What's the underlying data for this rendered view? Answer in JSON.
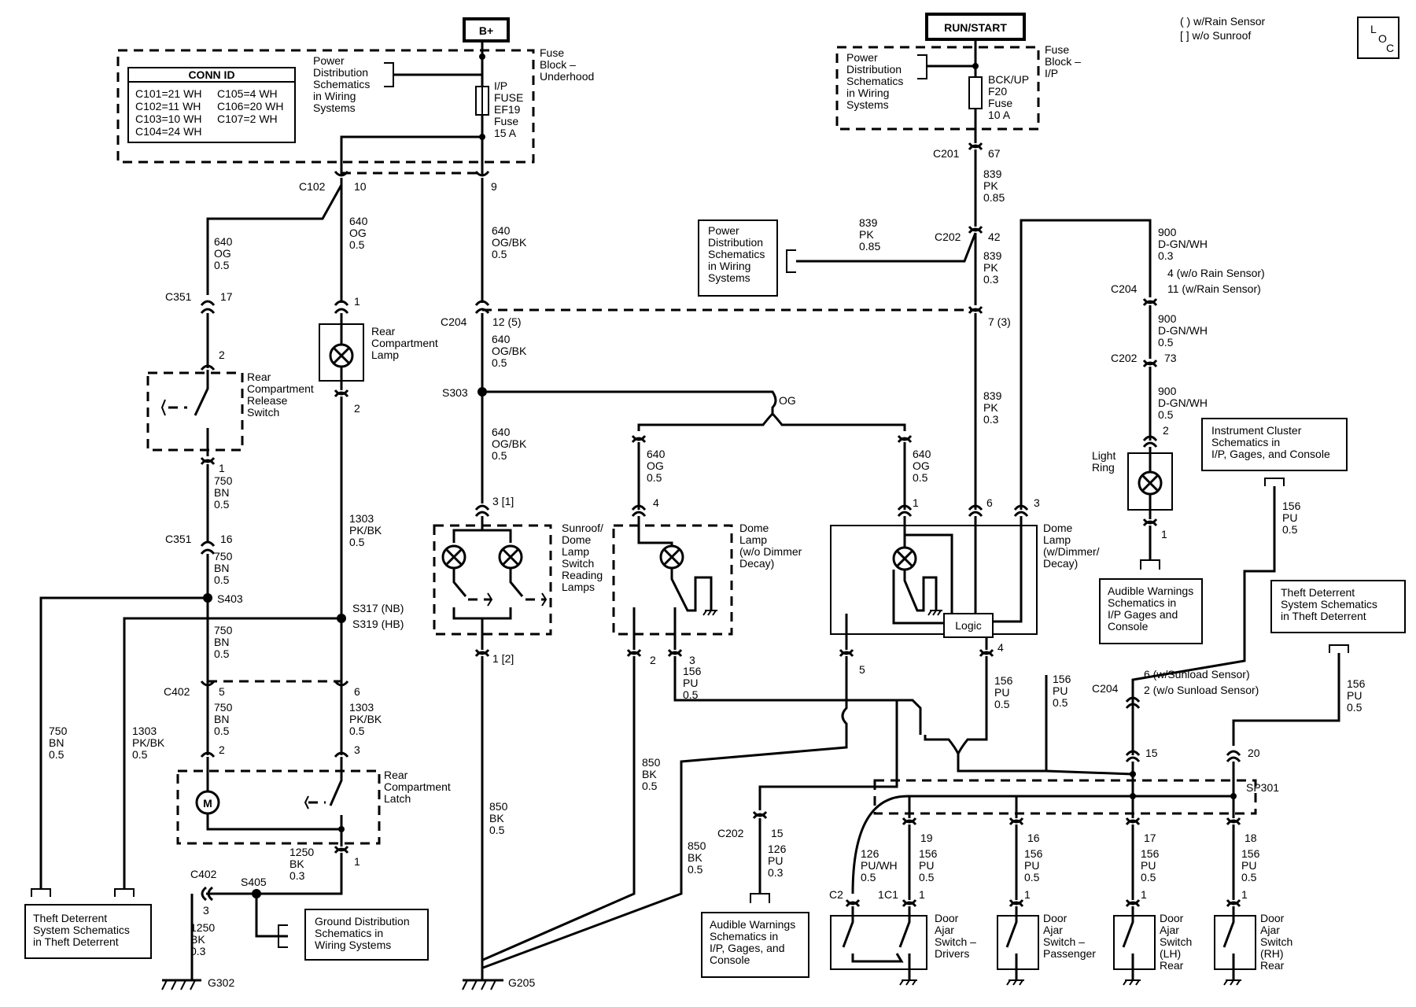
{
  "header": {
    "bplus": "B+",
    "runstart": "RUN/START",
    "note1": "( ) w/Rain Sensor",
    "note2": "[ ] w/o Sunroof",
    "loc": [
      "L",
      "O",
      "C"
    ]
  },
  "conn_id": {
    "title": "CONN ID",
    "rows": [
      [
        "C101=21 WH",
        "C105=4 WH"
      ],
      [
        "C102=11 WH",
        "C106=20 WH"
      ],
      [
        "C103=10 WH",
        "C107=2 WH"
      ],
      [
        "C104=24 WH",
        ""
      ]
    ]
  },
  "left_fuse": {
    "pds": [
      "Power",
      "Distribution",
      "Schematics",
      "in Wiring",
      "Systems"
    ],
    "block": [
      "Fuse",
      "Block –",
      "Underhood"
    ],
    "fuse": [
      "I/P",
      "FUSE",
      "EF19",
      "Fuse",
      "15 A"
    ]
  },
  "right_fuse": {
    "pds": [
      "Power",
      "Distribution",
      "Schematics",
      "in Wiring",
      "Systems"
    ],
    "block": [
      "Fuse",
      "Block –",
      "I/P"
    ],
    "fuse": [
      "BCK/UP",
      "F20",
      "Fuse",
      "10 A"
    ]
  },
  "pds_box": [
    "Power",
    "Distribution",
    "Schematics",
    "in Wiring",
    "Systems"
  ],
  "components": {
    "rear_lamp": [
      "Rear",
      "Compartment",
      "Lamp"
    ],
    "release_switch": [
      "Rear",
      "Compartment",
      "Release",
      "Switch"
    ],
    "latch": [
      "Rear",
      "Compartment",
      "Latch"
    ],
    "sunroof": [
      "Sunroof/",
      "Dome",
      "Lamp",
      "Switch",
      "Reading",
      "Lamps"
    ],
    "dome_no_dimmer": [
      "Dome",
      "Lamp",
      "(w/o Dimmer",
      "Decay)"
    ],
    "dome_dimmer": [
      "Dome",
      "Lamp",
      "(w/Dimmer/",
      "Decay)"
    ],
    "logic": "Logic",
    "light_ring": [
      "Light",
      "Ring"
    ],
    "door_drivers": [
      "Door",
      "Ajar",
      "Switch –",
      "Drivers"
    ],
    "door_passenger": [
      "Door",
      "Ajar",
      "Switch –",
      "Passenger"
    ],
    "door_lh": [
      "Door",
      "Ajar",
      "Switch",
      "(LH)",
      "Rear"
    ],
    "door_rh": [
      "Door",
      "Ajar",
      "Switch",
      "(RH)",
      "Rear"
    ],
    "motor": "M"
  },
  "refs": {
    "theft_left": [
      "Theft Deterrent",
      "System Schematics",
      "in Theft Deterrent"
    ],
    "theft_right": [
      "Theft Deterrent",
      "System Schematics",
      "in Theft Deterrent"
    ],
    "ground_dist": [
      "Ground Distribution",
      "Schematics in",
      "Wiring Systems"
    ],
    "audible_top": [
      "Audible Warnings",
      "Schematics in",
      "I/P Gages and",
      "Console"
    ],
    "audible_bottom": [
      "Audible Warnings",
      "Schematics in",
      "I/P, Gages, and",
      "Console"
    ],
    "instrument": [
      "Instrument Cluster",
      "Schematics in",
      "I/P, Gages, and Console"
    ]
  },
  "connectors": {
    "c102": "C102",
    "c102_10": "10",
    "c102_9": "9",
    "c351a": "C351",
    "c351a_pin": "17",
    "c351b": "C351",
    "c351b_pin": "16",
    "c204a": "C204",
    "c204a_pin": "12 (5)",
    "c204b_pin": "7 (3)",
    "c201": "C201",
    "c201_pin": "67",
    "c202a": "C202",
    "c202a_pin": "42",
    "c204c": "C204",
    "c204c_pin1": "4 (w/o Rain Sensor)",
    "c204c_pin2": "11 (w/Rain Sensor)",
    "c202b": "C202",
    "c202b_pin": "73",
    "c402a": "C402",
    "c402a_pin5": "5",
    "c402a_pin6": "6",
    "c402b": "C402",
    "c402b_pin": "3",
    "c204d": "C204",
    "c204d_pin1": "6 (w/Sunload Sensor)",
    "c204d_pin2": "2 (w/o Sunload Sensor)",
    "c202c": "C202",
    "c202c_pin": "15",
    "c2": "C2",
    "c1": "C1",
    "s303": "S303",
    "s403": "S403",
    "s317": "S317 (NB)",
    "s319": "S319 (HB)",
    "s405": "S405",
    "sp301": "SP301",
    "g302": "G302",
    "g205": "G205"
  },
  "pins": {
    "lamp1": "1",
    "lamp2": "2",
    "sw2": "2",
    "sw1": "1",
    "latch2": "2",
    "latch3": "3",
    "latch1": "1",
    "sr3": "3 [1]",
    "sr1": "1 [2]",
    "d4": "4",
    "d2": "2",
    "d3": "3",
    "dd1": "1",
    "dd6": "6",
    "dd3": "3",
    "dd5": "5",
    "dd4": "4",
    "lr2": "2",
    "lr1": "1",
    "p15": "15",
    "p20": "20",
    "p19": "19",
    "p16": "16",
    "p17": "17",
    "p18": "18",
    "one_a": "1",
    "one_b": "1",
    "one_c": "1",
    "one_d": "1",
    "one_e": "1"
  },
  "wires": {
    "w640_og_l": [
      "640",
      "OG",
      "0.5"
    ],
    "w640_og_c": [
      "640",
      "OG",
      "0.5"
    ],
    "w640_ogbk_a": [
      "640",
      "OG/BK",
      "0.5"
    ],
    "w640_ogbk_b": [
      "640",
      "OG/BK",
      "0.5"
    ],
    "w640_ogbk_c": [
      "640",
      "OG/BK",
      "0.5"
    ],
    "w750_a": [
      "750",
      "BN",
      "0.5"
    ],
    "w750_b": [
      "750",
      "BN",
      "0.5"
    ],
    "w750_c": [
      "750",
      "BN",
      "0.5"
    ],
    "w750_d": [
      "750",
      "BN",
      "0.5"
    ],
    "w750_e": [
      "750",
      "BN",
      "0.5"
    ],
    "w1303_a": [
      "1303",
      "PK/BK",
      "0.5"
    ],
    "w1303_b": [
      "1303",
      "PK/BK",
      "0.5"
    ],
    "w1303_c": [
      "1303",
      "PK/BK",
      "0.5"
    ],
    "w1250_a": [
      "1250",
      "BK",
      "0.3"
    ],
    "w1250_b": [
      "1250",
      "BK",
      "0.3"
    ],
    "w839_a": [
      "839",
      "PK",
      "0.85"
    ],
    "w839_b": [
      "839",
      "PK",
      "0.85"
    ],
    "w839_c": [
      "839",
      "PK",
      "0.3"
    ],
    "w839_d": [
      "839",
      "PK",
      "0.3"
    ],
    "w900_a": [
      "900",
      "D-GN/WH",
      "0.3"
    ],
    "w900_b": [
      "900",
      "D-GN/WH",
      "0.5"
    ],
    "w900_c": [
      "900",
      "D-GN/WH",
      "0.5"
    ],
    "og": "OG",
    "w640_d4": [
      "640",
      "OG",
      "0.5"
    ],
    "w640_dd": [
      "640",
      "OG",
      "0.5"
    ],
    "w850_a": [
      "850",
      "BK",
      "0.5"
    ],
    "w850_b": [
      "850",
      "BK",
      "0.5"
    ],
    "w850_c": [
      "850",
      "BK",
      "0.5"
    ],
    "w156_a": [
      "156",
      "PU",
      "0.5"
    ],
    "w156_b": [
      "156",
      "PU",
      "0.5"
    ],
    "w156_c": [
      "156",
      "PU",
      "0.5"
    ],
    "w156_d": [
      "156",
      "PU",
      "0.5"
    ],
    "w156_e": [
      "156",
      "PU",
      "0.5"
    ],
    "w156_f": [
      "156",
      "PU",
      "0.5"
    ],
    "w156_g": [
      "156",
      "PU",
      "0.5"
    ],
    "w156_h": [
      "156",
      "PU",
      "0.5"
    ],
    "w156_i": [
      "156",
      "PU",
      "0.5"
    ],
    "w126_a": [
      "126",
      "PU",
      "0.3"
    ],
    "w126_b": [
      "126",
      "PU/WH",
      "0.5"
    ]
  }
}
